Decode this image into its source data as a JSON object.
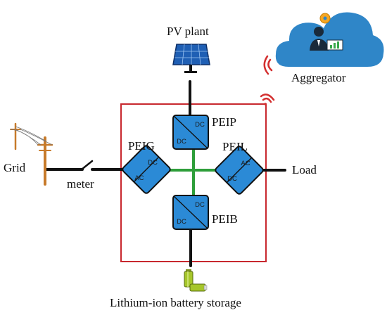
{
  "labels": {
    "pv_plant": "PV plant",
    "aggregator": "Aggregator",
    "grid": "Grid",
    "meter": "meter",
    "load": "Load",
    "battery": "Lithium-ion battery storage"
  },
  "converters": {
    "peip": {
      "name": "PEIP",
      "top": "DC",
      "bottom": "DC"
    },
    "peig": {
      "name": "PEIG",
      "top": "DC",
      "bottom": "AC"
    },
    "peil": {
      "name": "PEIL",
      "top": "AC",
      "bottom": "DC"
    },
    "peib": {
      "name": "PEIB",
      "top": "DC",
      "bottom": "DC"
    }
  },
  "colors": {
    "boundary": "#c8282e",
    "converter_fill": "#2b8ad6",
    "ac_bus": "#2e9e3a",
    "power_line": "#111111",
    "wireless": "#d32f2f",
    "cloud": "#2f86c8"
  },
  "icons": {
    "pv": "solar-panel-icon",
    "cloud": "cloud-aggregator-icon",
    "grid": "utility-pole-icon",
    "battery": "battery-icon",
    "wireless": "wireless-signal-icon",
    "switch": "switch-icon"
  }
}
